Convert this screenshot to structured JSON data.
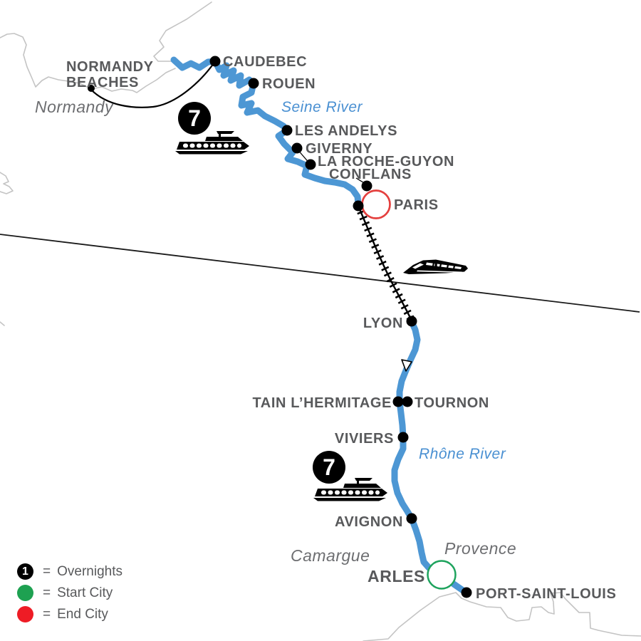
{
  "map_title": "Seine and Rhône river cruise itinerary map, France",
  "labels": {
    "normandy_beaches_line1": "NORMANDY",
    "normandy_beaches_line2": "BEACHES",
    "caudebec": "CAUDEBEC",
    "rouen": "ROUEN",
    "les_andelys": "LES ANDELYS",
    "giverny": "GIVERNY",
    "la_roche_guyon": "LA ROCHE-GUYON",
    "conflans": "CONFLANS",
    "paris": "PARIS",
    "lyon": "LYON",
    "tain_lhermitage": "TAIN L’HERMITAGE",
    "tournon": "TOURNON",
    "viviers": "VIVIERS",
    "avignon": "AVIGNON",
    "arles": "ARLES",
    "port_saint_louis": "PORT-SAINT-LOUIS"
  },
  "regions": {
    "normandy": "Normandy",
    "camargue": "Camargue",
    "provence": "Provence"
  },
  "rivers": {
    "seine": "Seine River",
    "rhone": "Rhône River"
  },
  "ships": {
    "seine_nights": "7",
    "rhone_nights": "7"
  },
  "legend": {
    "overnight_number": "1",
    "eq": "=",
    "overnights": "Overnights",
    "start_city": "Start City",
    "end_city": "End City"
  },
  "colors": {
    "river_blue": "#4d97d4",
    "river_label_blue": "#4a90d2",
    "city_label_gray": "#58595b",
    "region_label_gray": "#6d6e71",
    "coastline_gray": "#c4c4c4",
    "start_city_green": "#1ea151",
    "end_city_red": "#ee1c25",
    "paris_circle_red": "#e4403e",
    "arles_circle_green": "#1ea35d",
    "icon_black": "#000000"
  }
}
